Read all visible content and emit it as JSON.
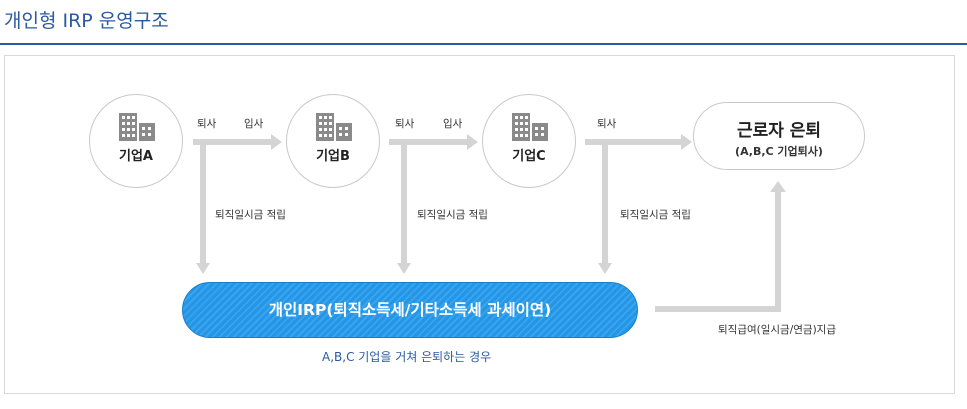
{
  "title": "개인형 IRP 운영구조",
  "companies": [
    {
      "label": "기업A"
    },
    {
      "label": "기업B"
    },
    {
      "label": "기업C"
    }
  ],
  "retire_node": {
    "title": "근로자 은퇴",
    "subtitle": "(A,B,C 기업퇴사)"
  },
  "labels": {
    "leave": "퇴사",
    "join": "입사",
    "accumulate": "퇴직일시금 적립",
    "payout": "퇴직급여(일시금/연금)지급"
  },
  "irp_box": "개인IRP(퇴직소득세/기타소득세 과세이연)",
  "caption": "A,B,C 기업을 거쳐 은퇴하는 경우",
  "colors": {
    "accent": "#2b5aa0",
    "irp_fill": "#2496e6",
    "arrow": "#d4d4d4"
  }
}
